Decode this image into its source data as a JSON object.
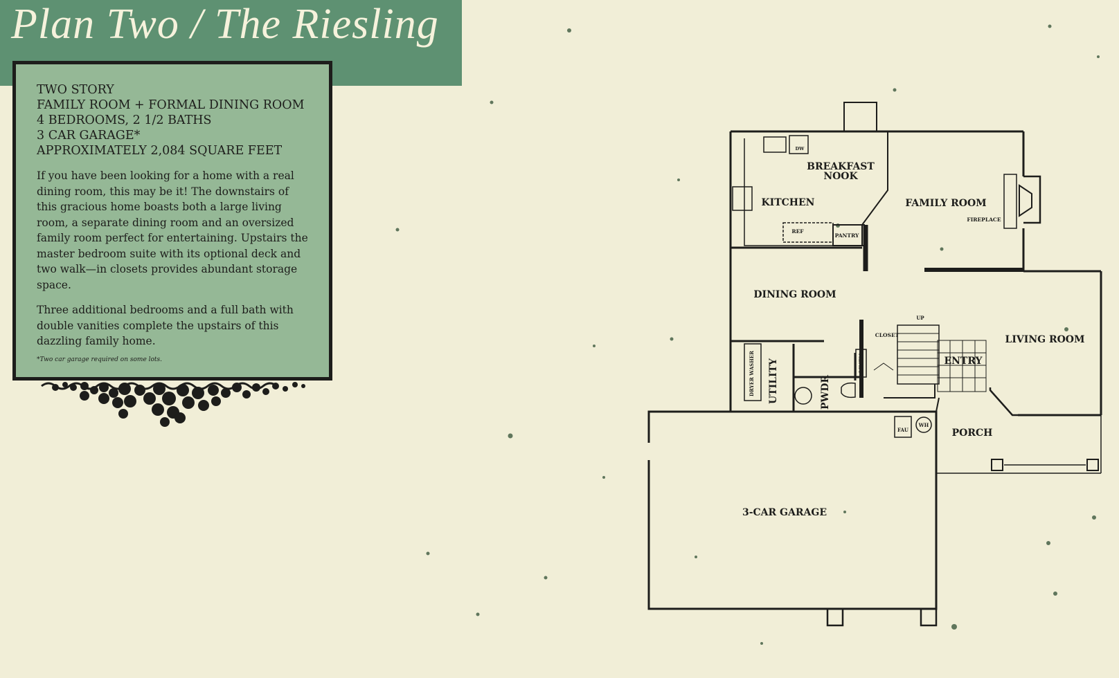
{
  "header": {
    "title": "Plan Two / The Riesling"
  },
  "specs": [
    "TWO STORY",
    "FAMILY ROOM + FORMAL DINING ROOM",
    "4 BEDROOMS, 2 1/2 BATHS",
    "3 CAR GARAGE*",
    "APPROXIMATELY 2,084 SQUARE FEET"
  ],
  "description": [
    "If you have been looking for a home with a real dining room, this may be it! The downstairs of this gracious home boasts both a large living room, a separate dining room and an oversized family room perfect for entertaining. Upstairs the master bedroom suite with its optional deck and two walk—in closets provides abundant storage space.",
    "Three additional bedrooms and a full bath with double vanities complete the upstairs of this dazzling family home."
  ],
  "footnote": "*Two car garage required on some lots.",
  "floorplan": {
    "rooms": {
      "breakfast_1": "BREAKFAST",
      "breakfast_2": "NOOK",
      "kitchen": "KITCHEN",
      "family_room": "FAMILY ROOM",
      "fireplace": "FIREPLACE",
      "ref": "REF",
      "pantry": "PANTRY",
      "dw": "DW",
      "dining_room": "DINING ROOM",
      "living_room": "LIVING ROOM",
      "closet": "CLOSET",
      "up": "UP",
      "entry": "ENTRY",
      "linen": "LINEN",
      "utility": "UTILITY",
      "dryer_washer": "DRYER WASHER",
      "pwdr": "PWDR",
      "fau": "FAU",
      "wh": "WH",
      "porch": "PORCH",
      "garage": "3-CAR GARAGE"
    }
  },
  "colors": {
    "paper": "#f1eed7",
    "banner": "#5e9172",
    "box": "#95b896",
    "ink": "#1d1d1b"
  }
}
